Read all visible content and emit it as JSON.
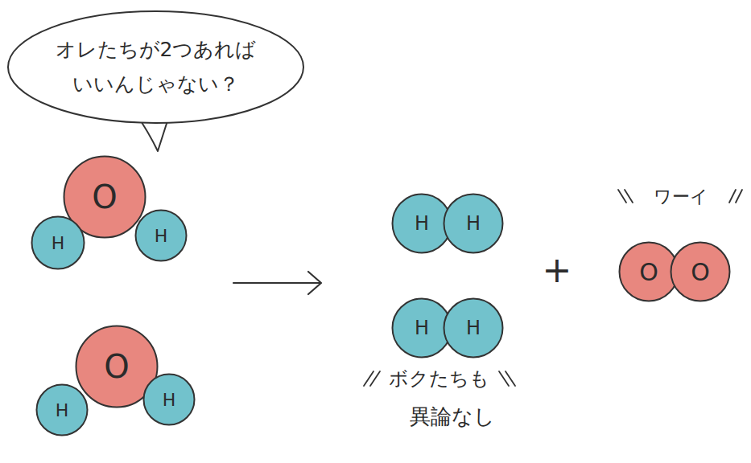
{
  "diagram": {
    "nodes": [
      {
        "text": [
          "オレたちが2つあれば いいんじゃない？"
        ]
      },
      {
        "text": [
          "O"
        ]
      },
      {
        "text": [
          "H"
        ]
      },
      {
        "text": [
          "H"
        ]
      },
      {
        "text": [
          "O"
        ]
      },
      {
        "text": [
          "H"
        ]
      },
      {
        "text": [
          "H"
        ]
      },
      {
        "text": [
          "H"
        ]
      },
      {
        "text": [
          "H"
        ]
      },
      {
        "text": [
          "H"
        ]
      },
      {
        "text": [
          "H"
        ]
      },
      {
        "text": [
          "O"
        ]
      },
      {
        "text": [
          "O"
        ]
      }
    ],
    "labels": [
      "ワーイ",
      "+",
      "ボクたちも",
      "異論なし"
    ]
  }
}
